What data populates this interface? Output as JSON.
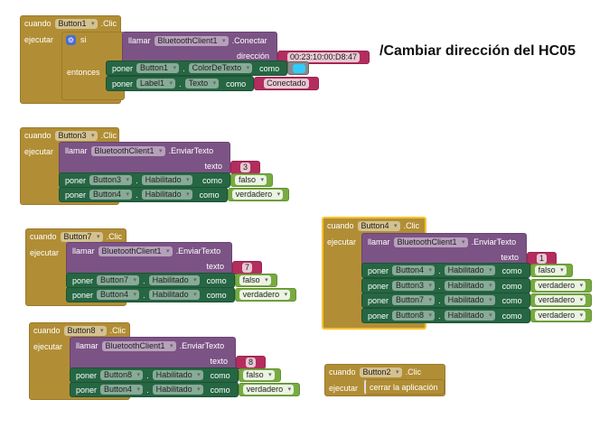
{
  "words": {
    "when": "cuando",
    "do": "ejecutar",
    "if": "si",
    "then": "entonces",
    "call": "llamar",
    "set": "poner",
    "to": "como",
    "dot": ".",
    "text_param": "texto",
    "address_param": "dirección",
    "quote": "\""
  },
  "note": "/Cambiar dirección del HC05",
  "colors": {
    "event": "#b18e35",
    "call": "#7c5385",
    "set": "#266643",
    "text": "#b32d5e",
    "logic": "#77ab41",
    "swatch": "#33ccff",
    "selected": "#fbc02d"
  },
  "events": [
    {
      "component": "Button1",
      "event": ".Clic",
      "call": {
        "component": "BluetoothClient1",
        "method": ".Conectar",
        "arg": "00:23:10:00:D8:47"
      },
      "sets": [
        {
          "component": "Button1",
          "property": "ColorDeTexto",
          "value": "cyan-color"
        },
        {
          "component": "Label1",
          "property": "Texto",
          "value": "Conectado"
        }
      ]
    },
    {
      "component": "Button3",
      "event": ".Clic",
      "call": {
        "component": "BluetoothClient1",
        "method": ".EnviarTexto",
        "arg": "3"
      },
      "sets": [
        {
          "component": "Button3",
          "property": "Habilitado",
          "value": "falso"
        },
        {
          "component": "Button4",
          "property": "Habilitado",
          "value": "verdadero"
        }
      ]
    },
    {
      "component": "Button7",
      "event": ".Clic",
      "call": {
        "component": "BluetoothClient1",
        "method": ".EnviarTexto",
        "arg": "7"
      },
      "sets": [
        {
          "component": "Button7",
          "property": "Habilitado",
          "value": "falso"
        },
        {
          "component": "Button4",
          "property": "Habilitado",
          "value": "verdadero"
        }
      ]
    },
    {
      "component": "Button8",
      "event": ".Clic",
      "call": {
        "component": "BluetoothClient1",
        "method": ".EnviarTexto",
        "arg": "8"
      },
      "sets": [
        {
          "component": "Button8",
          "property": "Habilitado",
          "value": "falso"
        },
        {
          "component": "Button4",
          "property": "Habilitado",
          "value": "verdadero"
        }
      ]
    },
    {
      "component": "Button4",
      "event": ".Clic",
      "call": {
        "component": "BluetoothClient1",
        "method": ".EnviarTexto",
        "arg": "1"
      },
      "sets": [
        {
          "component": "Button4",
          "property": "Habilitado",
          "value": "falso"
        },
        {
          "component": "Button3",
          "property": "Habilitado",
          "value": "verdadero"
        },
        {
          "component": "Button7",
          "property": "Habilitado",
          "value": "verdadero"
        },
        {
          "component": "Button8",
          "property": "Habilitado",
          "value": "verdadero"
        }
      ]
    },
    {
      "component": "Button2",
      "event": ".Clic",
      "action": "cerrar la aplicación"
    }
  ]
}
